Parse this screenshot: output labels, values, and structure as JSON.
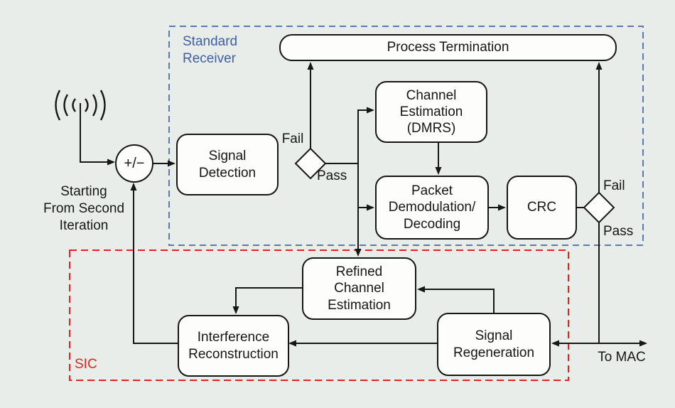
{
  "title": "Standard receiver with successive interference cancellation (SIC) block diagram",
  "colors": {
    "background": "#e8edea",
    "line": "#161616",
    "box_fill": "#fdfdfc",
    "standard_receiver_blue": "#3f5ea4",
    "blue_dash_border": "#5b78b0",
    "sic_red": "#e4231f"
  },
  "regions": {
    "standard_receiver": {
      "label": "Standard\nReceiver"
    },
    "sic": {
      "label": "SIC"
    }
  },
  "nodes": {
    "process_termination": {
      "label": "Process Termination"
    },
    "signal_detection": {
      "label": "Signal\nDetection"
    },
    "channel_estimation": {
      "label": "Channel\nEstimation\n(DMRS)"
    },
    "packet_demodulation": {
      "label": "Packet\nDemodulation/\nDecoding"
    },
    "crc": {
      "label": "CRC"
    },
    "refined_channel_estimation": {
      "label": "Refined\nChannel\nEstimation"
    },
    "interference_reconstruction": {
      "label": "Interference\nReconstruction"
    },
    "signal_regeneration": {
      "label": "Signal\nRegeneration"
    }
  },
  "edge_labels": {
    "signal_detection_fail": "Fail",
    "signal_detection_pass": "Pass",
    "crc_fail": "Fail",
    "crc_pass": "Pass"
  },
  "annotations": {
    "starting_iteration": "Starting\nFrom Second\nIteration",
    "to_mac": "To MAC",
    "summation": "+/−"
  },
  "icons": {
    "antenna": "antenna-icon",
    "summation_node": "plus-minus-summation-node",
    "decision_diamond": "decision-diamond"
  }
}
